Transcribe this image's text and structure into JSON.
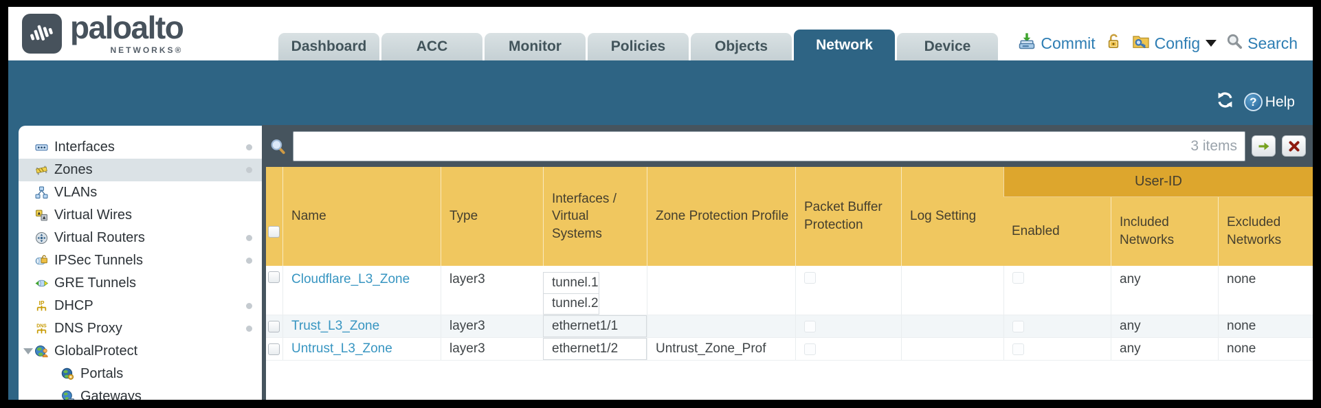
{
  "brand": {
    "name": "paloalto",
    "subtitle": "NETWORKS®"
  },
  "nav_tabs": [
    {
      "label": "Dashboard"
    },
    {
      "label": "ACC"
    },
    {
      "label": "Monitor"
    },
    {
      "label": "Policies"
    },
    {
      "label": "Objects"
    },
    {
      "label": "Network",
      "active": true
    },
    {
      "label": "Device"
    }
  ],
  "header_actions": {
    "commit_label": "Commit",
    "config_label": "Config",
    "search_label": "Search"
  },
  "banner": {
    "help_label": "Help"
  },
  "filter_bar": {
    "input_value": "",
    "items_count": "3 items"
  },
  "sidebar": {
    "items": [
      {
        "label": "Interfaces",
        "icon": "interfaces-icon",
        "dot": true
      },
      {
        "label": "Zones",
        "icon": "zones-icon",
        "dot": true,
        "selected": true
      },
      {
        "label": "VLANs",
        "icon": "vlans-icon"
      },
      {
        "label": "Virtual Wires",
        "icon": "virtual-wires-icon"
      },
      {
        "label": "Virtual Routers",
        "icon": "virtual-routers-icon",
        "dot": true
      },
      {
        "label": "IPSec Tunnels",
        "icon": "ipsec-tunnels-icon",
        "dot": true
      },
      {
        "label": "GRE Tunnels",
        "icon": "gre-tunnels-icon"
      },
      {
        "label": "DHCP",
        "icon": "dhcp-icon",
        "dot": true
      },
      {
        "label": "DNS Proxy",
        "icon": "dns-proxy-icon",
        "dot": true
      },
      {
        "label": "GlobalProtect",
        "icon": "globalprotect-icon",
        "expanded": true
      },
      {
        "label": "Portals",
        "icon": "portals-icon",
        "indent": true
      },
      {
        "label": "Gateways",
        "icon": "gateways-icon",
        "indent": true
      }
    ]
  },
  "table": {
    "group_header": "User-ID",
    "columns": [
      "Name",
      "Type",
      "Interfaces / Virtual Systems",
      "Zone Protection Profile",
      "Packet Buffer Protection",
      "Log Setting",
      "Enabled",
      "Included Networks",
      "Excluded Networks"
    ],
    "rows": [
      {
        "name": "Cloudflare_L3_Zone",
        "type": "layer3",
        "interfaces": [
          "tunnel.1",
          "tunnel.2"
        ],
        "zone_protection_profile": "",
        "log_setting": "",
        "packet_buffer_protection_checked": false,
        "user_id_enabled_checked": false,
        "included_networks": "any",
        "excluded_networks": "none"
      },
      {
        "name": "Trust_L3_Zone",
        "type": "layer3",
        "interfaces": [
          "ethernet1/1"
        ],
        "zone_protection_profile": "",
        "log_setting": "",
        "packet_buffer_protection_checked": false,
        "user_id_enabled_checked": false,
        "included_networks": "any",
        "excluded_networks": "none"
      },
      {
        "name": "Untrust_L3_Zone",
        "type": "layer3",
        "interfaces": [
          "ethernet1/2"
        ],
        "zone_protection_profile": "Untrust_Zone_Prof",
        "log_setting": "",
        "packet_buffer_protection_checked": false,
        "user_id_enabled_checked": false,
        "included_networks": "any",
        "excluded_networks": "none"
      }
    ]
  },
  "colors": {
    "teal_banner": "#2e6484",
    "slate_bar": "#46545e",
    "table_header_orange": "#f0c75f",
    "user_id_band_orange": "#dda62d",
    "link_blue": "#3795c1",
    "action_blue": "#2d7db3",
    "tab_inactive": "#ccd6d9",
    "alt_row": "#f2f6f8"
  }
}
